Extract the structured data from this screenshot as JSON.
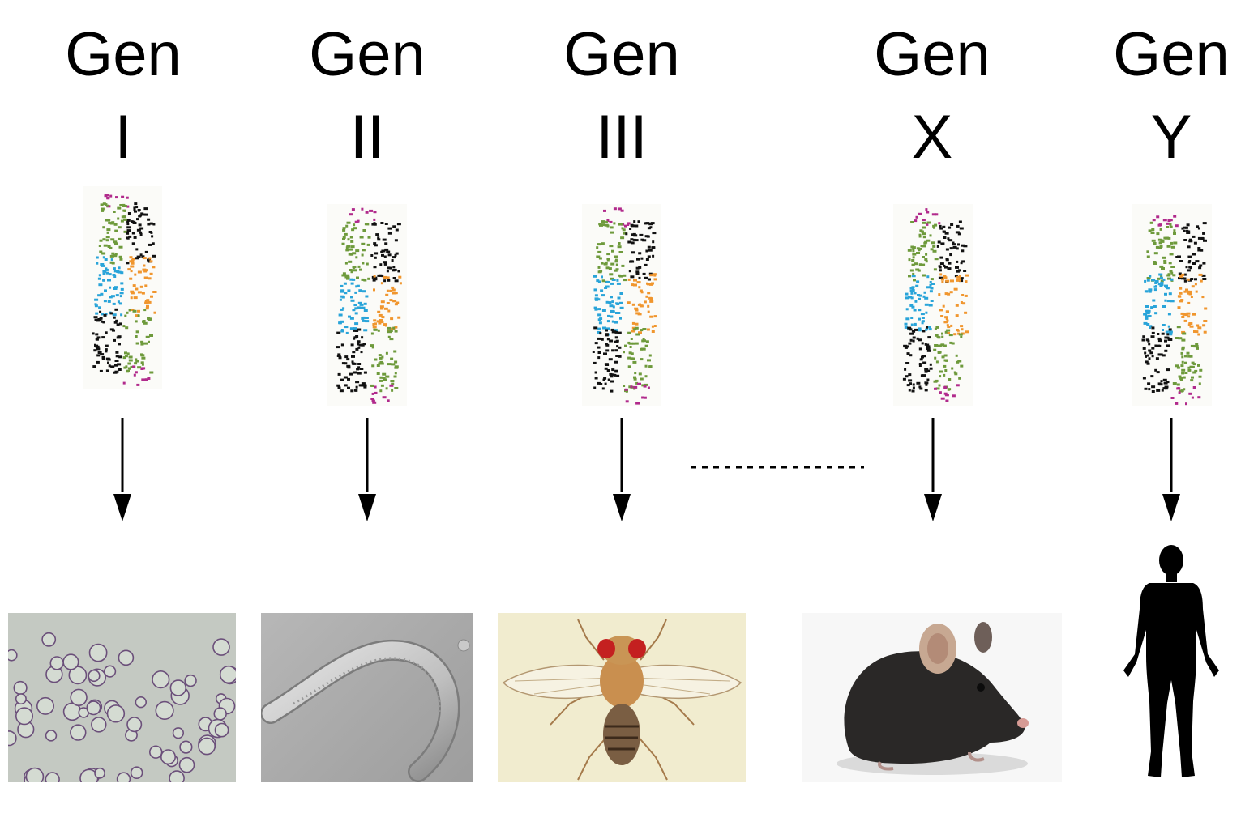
{
  "generations": [
    {
      "gen_word": "Gen",
      "numeral": "I",
      "organism_icon": "yeast-cells-icon"
    },
    {
      "gen_word": "Gen",
      "numeral": "II",
      "organism_icon": "nematode-worm-icon"
    },
    {
      "gen_word": "Gen",
      "numeral": "III",
      "organism_icon": "fruit-fly-icon"
    },
    {
      "gen_word": "Gen",
      "numeral": "X",
      "organism_icon": "mouse-icon"
    },
    {
      "gen_word": "Gen",
      "numeral": "Y",
      "organism_icon": "human-silhouette-icon"
    }
  ],
  "helix_colors": {
    "green": "#6e9a3c",
    "blue": "#29a4d9",
    "orange": "#f0962e",
    "black": "#111111",
    "magenta": "#b12a8c"
  }
}
